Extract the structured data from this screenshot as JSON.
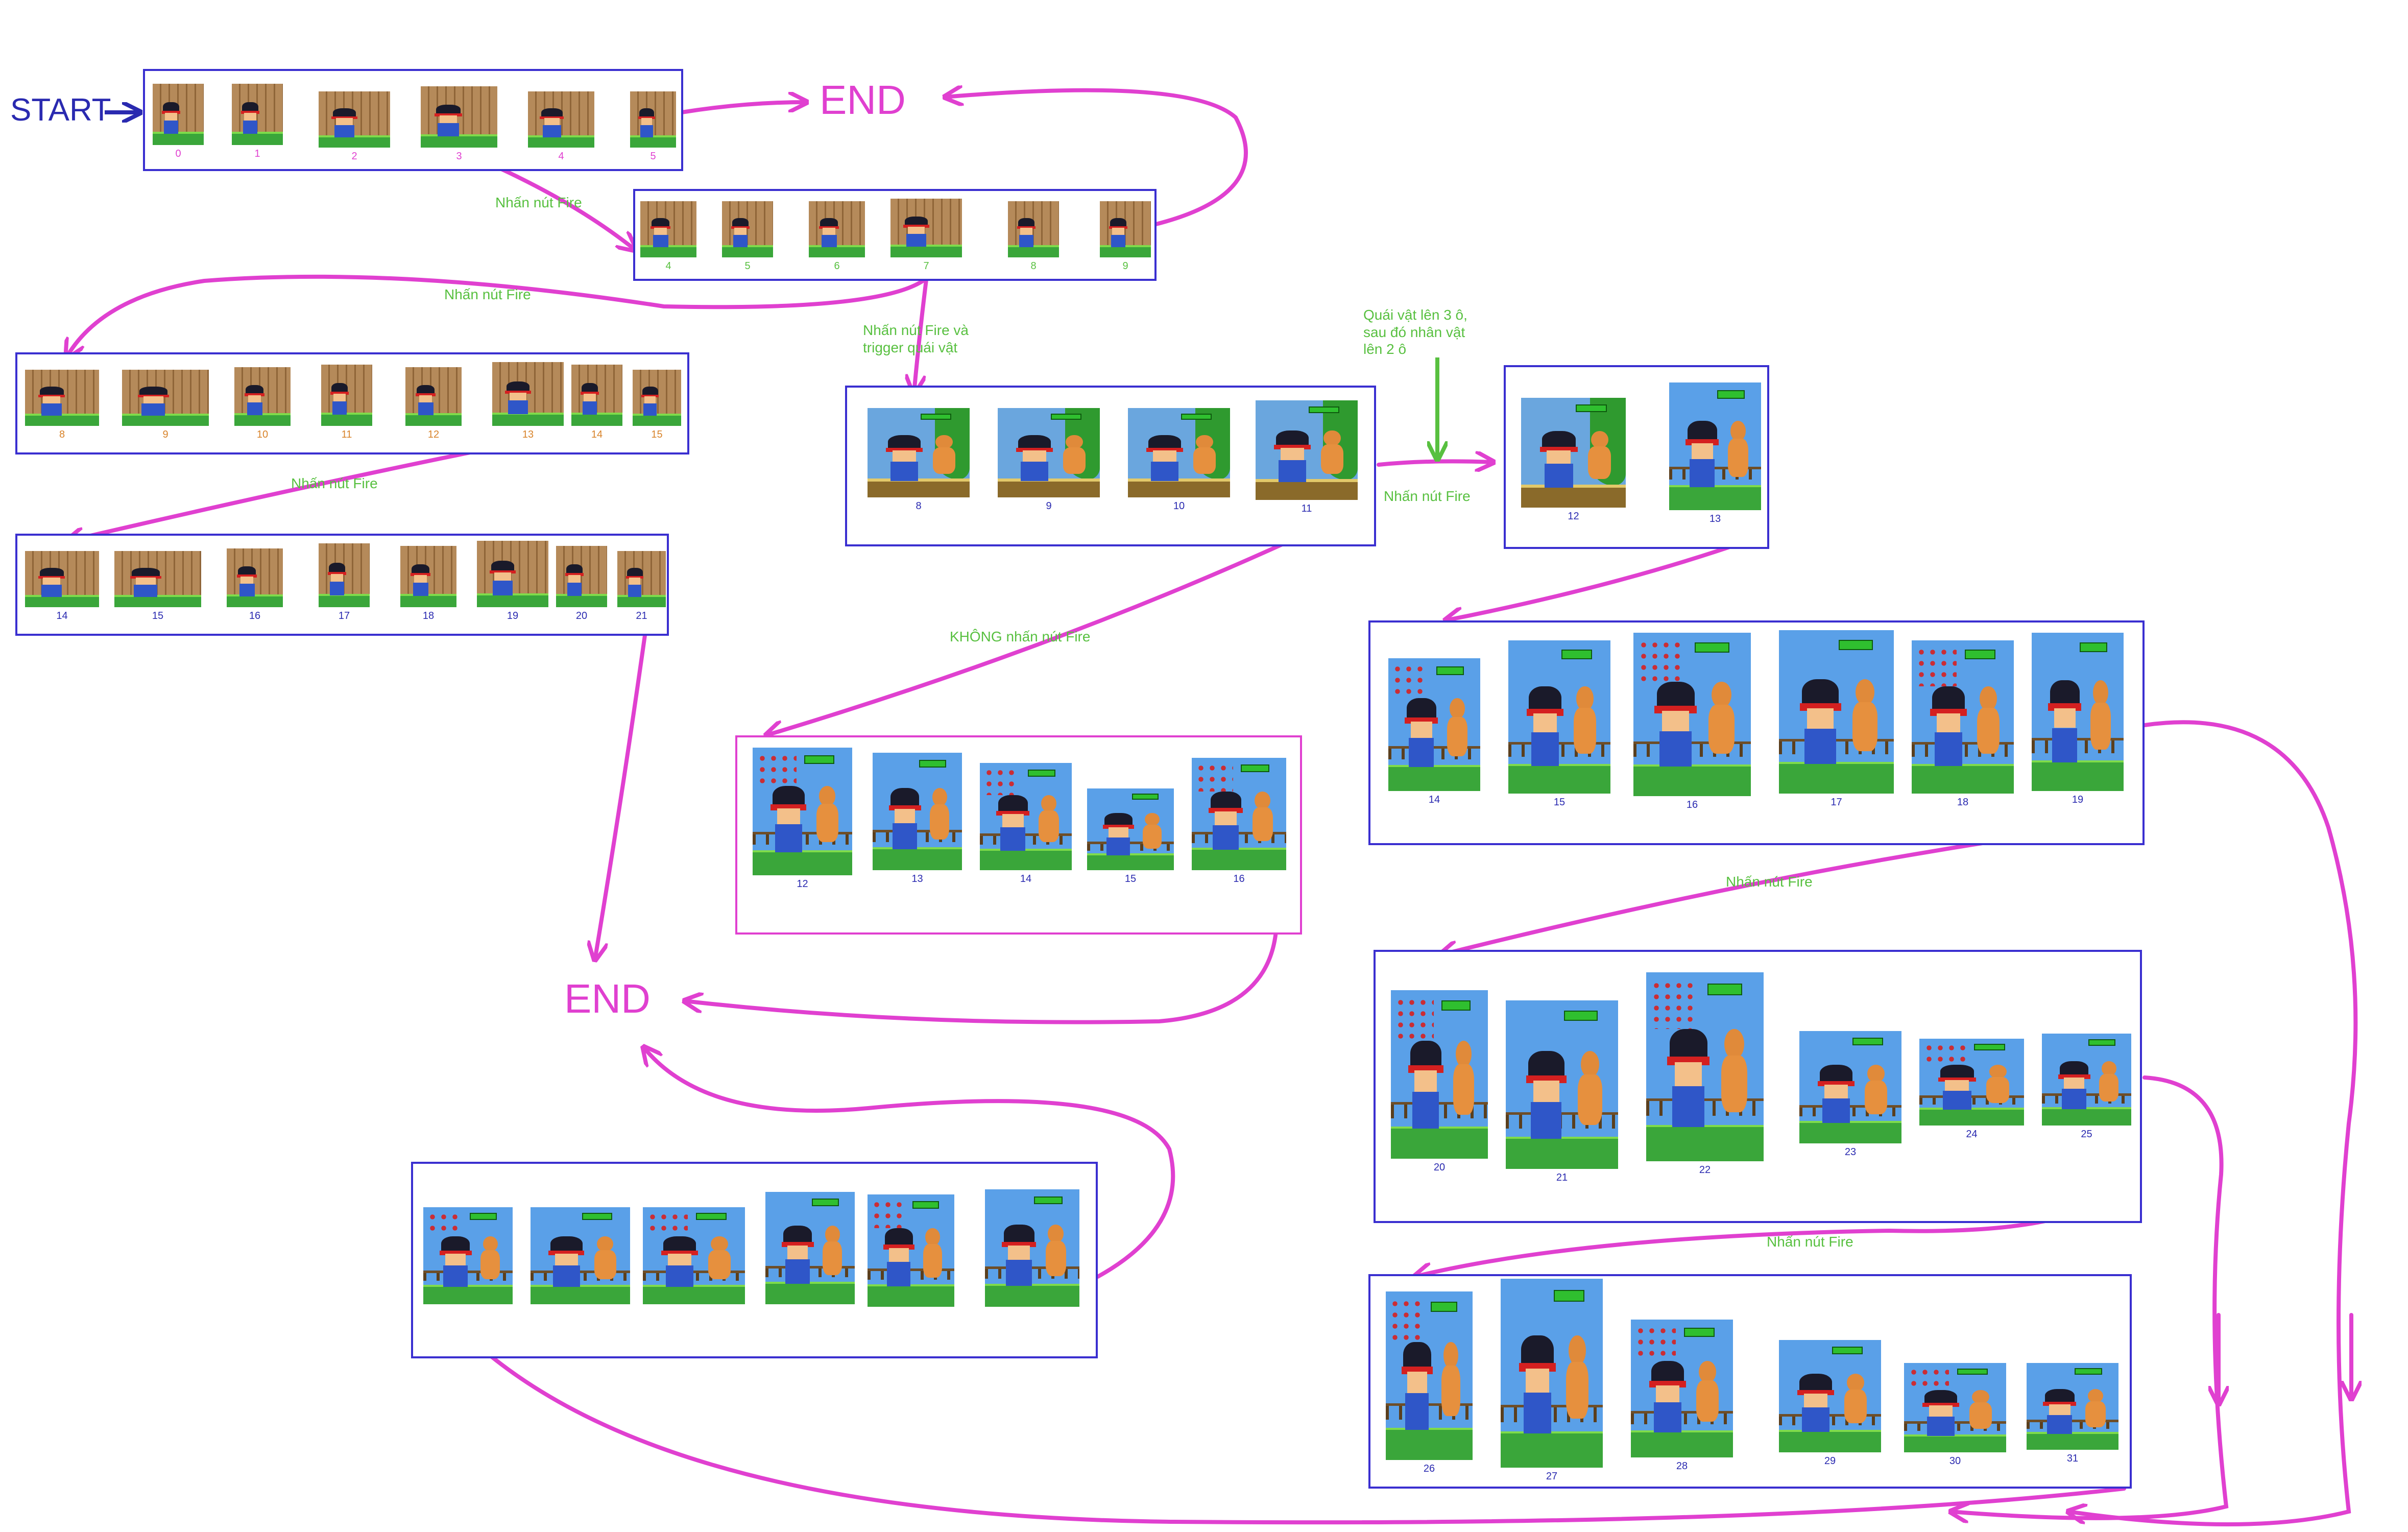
{
  "diagram": {
    "start_label": "START",
    "end_labels": [
      "END",
      "END"
    ],
    "edge_labels": {
      "fire_1": "Nhấn nút Fire",
      "fire_2": "Nhấn nút Fire",
      "fire_3": "Nhấn nút Fire",
      "fire_trigger": "Nhấn nút Fire và\ntrigger quái vật",
      "monster_note": "Quái vật lên 3 ô,\nsau đó nhân vật\nlên 2 ô",
      "fire_4": "Nhấn nút Fire",
      "no_fire": "KHÔNG nhấn nút Fire",
      "fire_5": "Nhấn nút Fire",
      "fire_6": "Nhấn nút Fire"
    },
    "groups": [
      {
        "id": "g1",
        "frames": [
          "0",
          "1",
          "2",
          "3",
          "4",
          "5"
        ]
      },
      {
        "id": "g2",
        "frames": [
          "4",
          "5",
          "6",
          "7",
          "8",
          "9"
        ]
      },
      {
        "id": "g3",
        "frames": [
          "8",
          "9",
          "10",
          "11",
          "12",
          "13",
          "14",
          "15"
        ]
      },
      {
        "id": "g4",
        "frames": [
          "14",
          "15",
          "16",
          "17",
          "18",
          "19",
          "20",
          "21"
        ]
      },
      {
        "id": "g5",
        "frames": [
          "8",
          "9",
          "10",
          "11"
        ]
      },
      {
        "id": "g6",
        "frames": [
          "12",
          "13"
        ]
      },
      {
        "id": "g7",
        "frames": [
          "14",
          "15",
          "16",
          "17",
          "18",
          "19"
        ]
      },
      {
        "id": "g8",
        "frames": [
          "12",
          "13",
          "14",
          "15",
          "16"
        ]
      },
      {
        "id": "g9",
        "frames": [
          "20",
          "21",
          "22",
          "23",
          "24",
          "25"
        ]
      },
      {
        "id": "g10",
        "frames": [
          "26",
          "27",
          "28",
          "29",
          "30",
          "31"
        ]
      },
      {
        "id": "g11",
        "frames": []
      }
    ]
  },
  "colors": {
    "box_border": "#3a2fd0",
    "box_border_alt": "#e040d0",
    "arrow": "#e040d0",
    "start_arrow": "#2a2ab0",
    "note_arrow": "#58c040",
    "label_blue": "#2a2ab0",
    "label_green": "#58c040",
    "label_pink": "#e040d0",
    "label_orange": "#d8832a"
  }
}
